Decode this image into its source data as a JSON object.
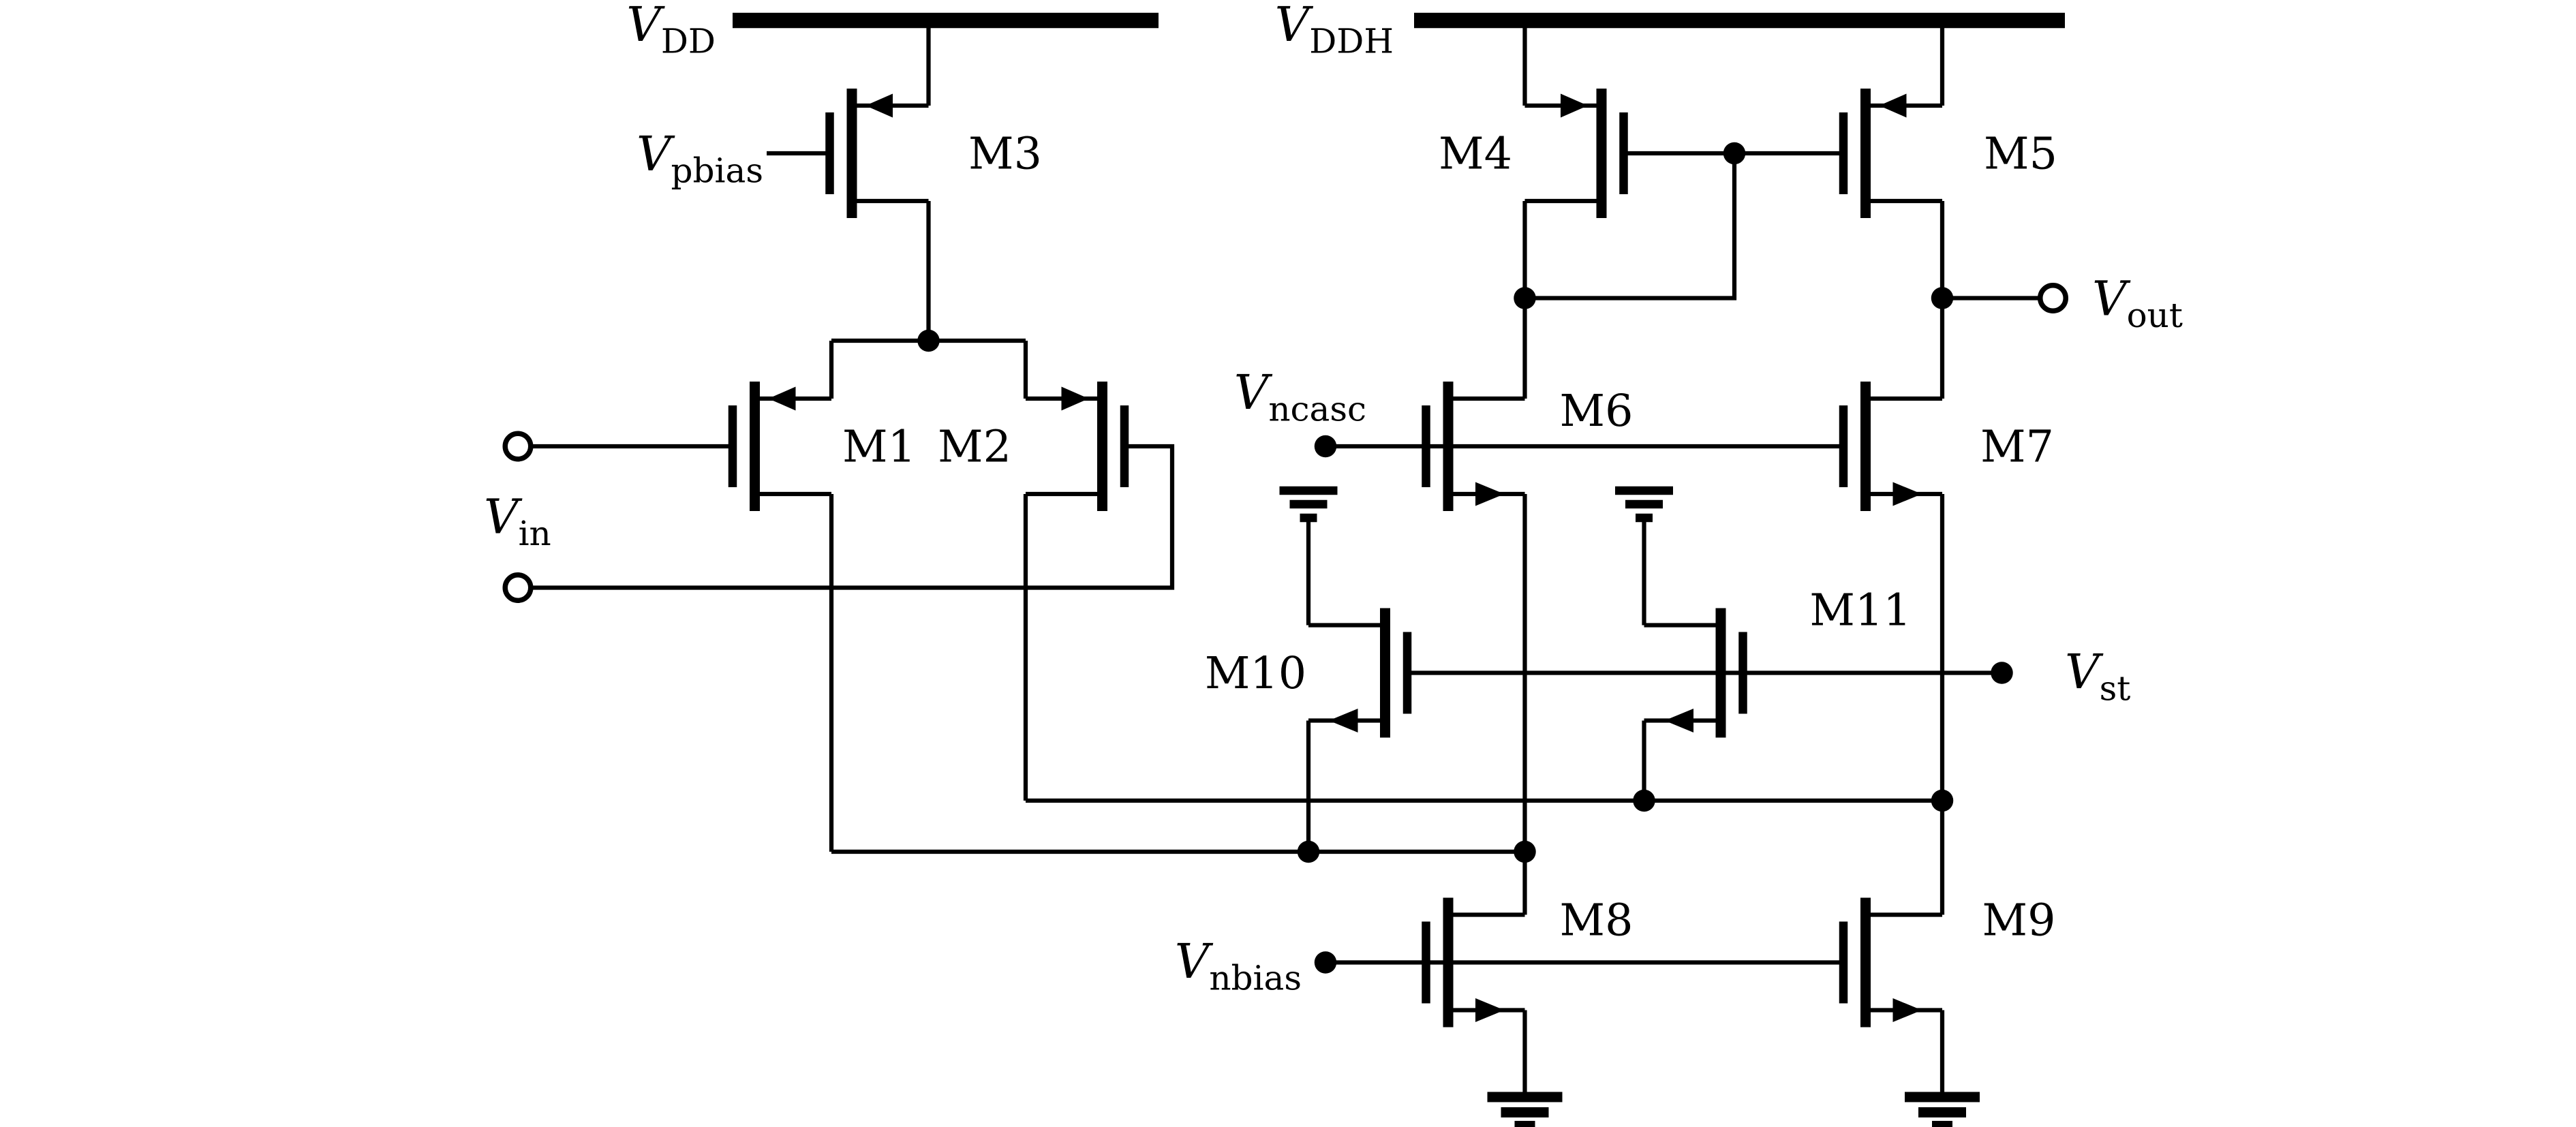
{
  "labels": {
    "vdd": {
      "base": "V",
      "sub": "DD"
    },
    "vddh": {
      "base": "V",
      "sub": "DDH"
    },
    "vpbias": {
      "base": "V",
      "sub": "pbias"
    },
    "vin": {
      "base": "V",
      "sub": "in"
    },
    "vout": {
      "base": "V",
      "sub": "out"
    },
    "vncasc": {
      "base": "V",
      "sub": "ncasc"
    },
    "vnbias": {
      "base": "V",
      "sub": "nbias"
    },
    "vst": {
      "base": "V",
      "sub": "st"
    }
  },
  "transistors": {
    "m1": {
      "label": "M1",
      "type": "PMOS"
    },
    "m2": {
      "label": "M2",
      "type": "PMOS"
    },
    "m3": {
      "label": "M3",
      "type": "PMOS"
    },
    "m4": {
      "label": "M4",
      "type": "PMOS"
    },
    "m5": {
      "label": "M5",
      "type": "PMOS"
    },
    "m6": {
      "label": "M6",
      "type": "NMOS"
    },
    "m7": {
      "label": "M7",
      "type": "NMOS"
    },
    "m8": {
      "label": "M8",
      "type": "NMOS"
    },
    "m9": {
      "label": "M9",
      "type": "NMOS"
    },
    "m10": {
      "label": "M10",
      "type": "NMOS"
    },
    "m11": {
      "label": "M11",
      "type": "NMOS"
    }
  },
  "colors": {
    "ink": "#000000",
    "background": "#ffffff"
  }
}
